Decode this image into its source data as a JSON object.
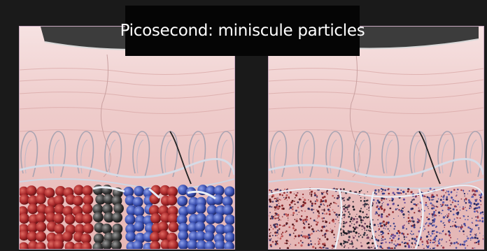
{
  "slide": {
    "title": "Picosecond: miniscule particles"
  },
  "colors": {
    "background": "#1a1a1a",
    "title_box": "#050505",
    "title_text": "#ffffff",
    "skin": "#f1d0cf",
    "dermis": "#e9bdbb",
    "red_pigment": "#a8282a",
    "black_pigment": "#3a3a3a",
    "blue_pigment": "#3a4fb0"
  },
  "panels": [
    {
      "name": "large-particle-clusters"
    },
    {
      "name": "shattered-fine-particles"
    }
  ]
}
